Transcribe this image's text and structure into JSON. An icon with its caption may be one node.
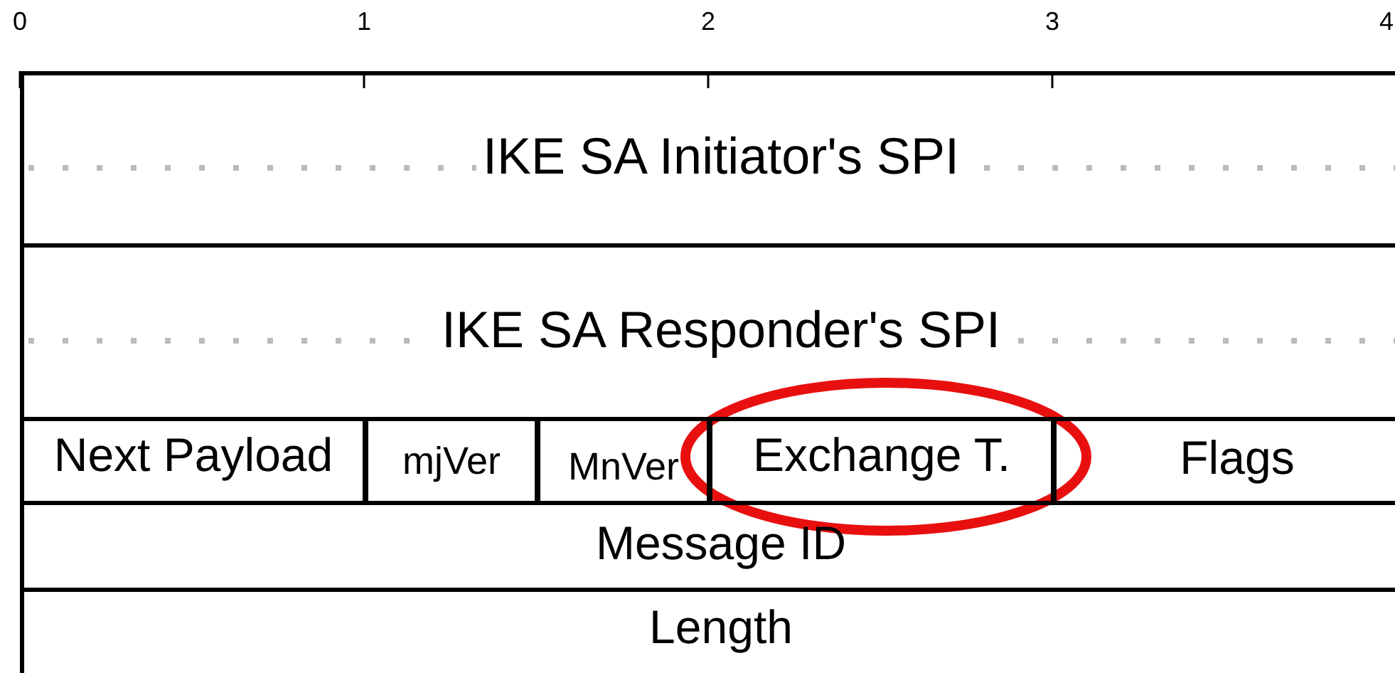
{
  "diagram": {
    "nodes": [
      {
        "text": [
          "IKE SA Initiator's SPI"
        ]
      },
      {
        "text": [
          "IKE SA Responder's SPI"
        ]
      },
      {
        "text": [
          "Next Payload"
        ]
      },
      {
        "text": [
          "mjVer"
        ]
      },
      {
        "text": [
          "MnVer"
        ]
      },
      {
        "text": [
          "Exchange T."
        ]
      },
      {
        "text": [
          "Flags"
        ]
      },
      {
        "text": [
          "Message ID"
        ]
      },
      {
        "text": [
          "Length"
        ]
      }
    ],
    "labels": [
      "0",
      "1",
      "2",
      "3",
      "4"
    ]
  }
}
